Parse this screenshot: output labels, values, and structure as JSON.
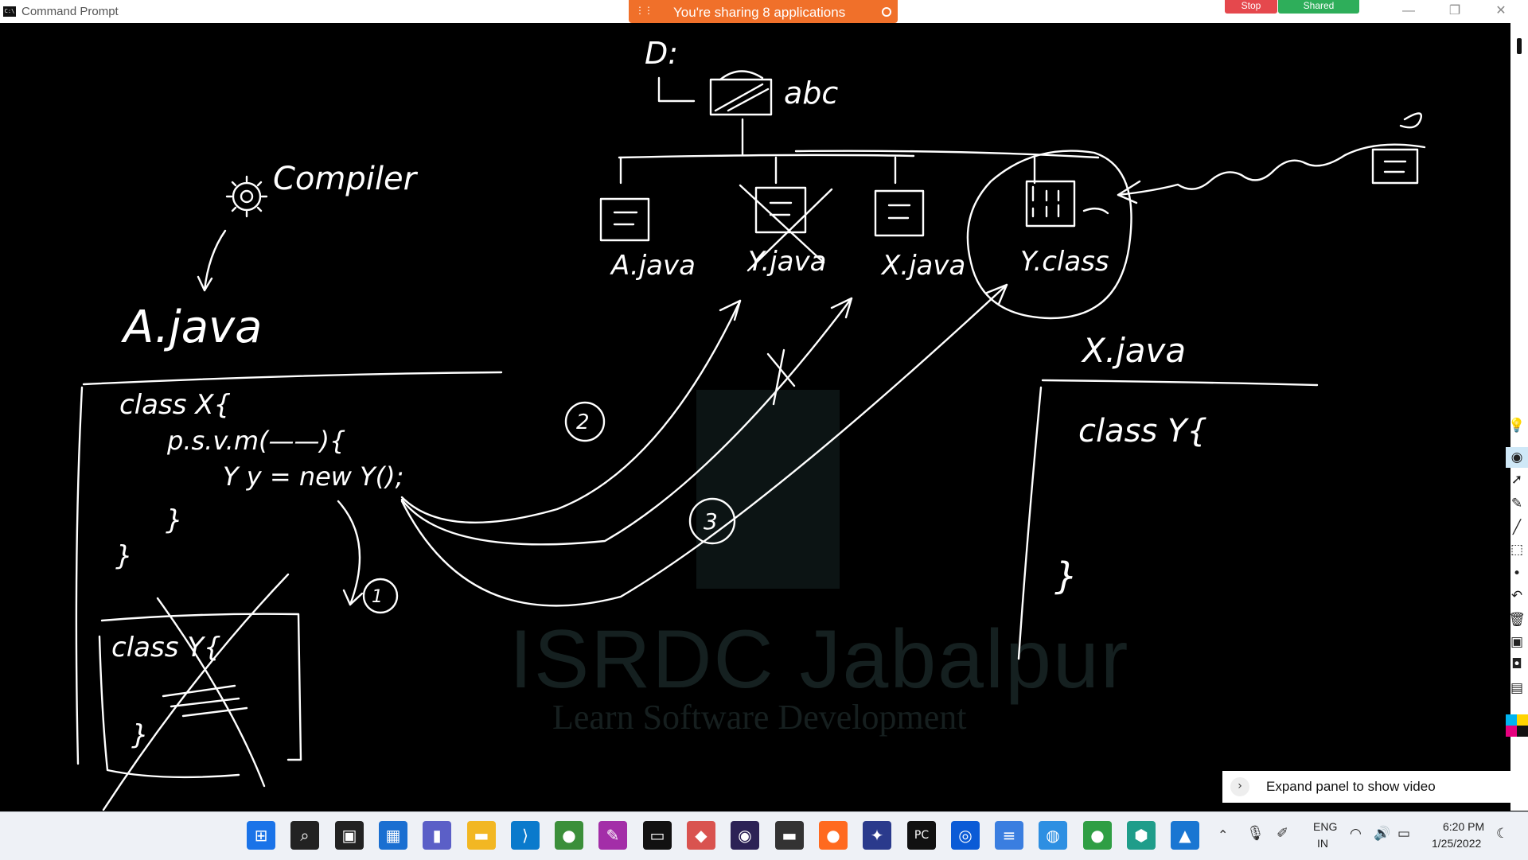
{
  "window": {
    "title": "Command Prompt",
    "icon_label": "C:\\"
  },
  "share_banner": {
    "text": "You're sharing 8 applications",
    "stop_label": "Stop",
    "shared_label": "Shared"
  },
  "whiteboard": {
    "drive": "D:",
    "folder": "abc",
    "compiler": "Compiler",
    "source_file": "A.java",
    "files": [
      "A.java",
      "Y.java",
      "X.java",
      "Y.class"
    ],
    "code_left": {
      "line1": "class X{",
      "line2": "p.s.v.m(——){",
      "line3": "Y y = new Y();",
      "brace_inner": "}",
      "brace_outer": "}"
    },
    "crossed_box": {
      "line1": "class Y{",
      "brace": "}"
    },
    "right_file": "X.java",
    "code_right": {
      "line1": "class Y{",
      "brace": "}"
    },
    "step_labels": [
      "1",
      "2",
      "3"
    ]
  },
  "watermark": {
    "title": "ISRDC Jabalpur",
    "subtitle": "Learn Software Development"
  },
  "expand_panel": {
    "text": "Expand panel to show video"
  },
  "taskbar": {
    "apps": [
      {
        "name": "start",
        "glyph": "⊞",
        "color": "#1a73e8"
      },
      {
        "name": "search",
        "glyph": "⌕",
        "color": "#222"
      },
      {
        "name": "task-view",
        "glyph": "▣",
        "color": "#222"
      },
      {
        "name": "widgets",
        "glyph": "▦",
        "color": "#1a6fd1"
      },
      {
        "name": "chat",
        "glyph": "▮",
        "color": "#5b5fc7"
      },
      {
        "name": "file-explorer",
        "glyph": "▬",
        "color": "#f2b723"
      },
      {
        "name": "vscode",
        "glyph": "⟩",
        "color": "#0a7acc"
      },
      {
        "name": "chrome",
        "glyph": "●",
        "color": "#3b8f3a"
      },
      {
        "name": "paint-tool",
        "glyph": "✎",
        "color": "#a32ea8"
      },
      {
        "name": "terminal",
        "glyph": "▭",
        "color": "#111"
      },
      {
        "name": "eraser-app",
        "glyph": "◆",
        "color": "#d9534f"
      },
      {
        "name": "eclipse",
        "glyph": "◉",
        "color": "#2c2255"
      },
      {
        "name": "mysql",
        "glyph": "▬",
        "color": "#333"
      },
      {
        "name": "firefox",
        "glyph": "●",
        "color": "#ff6a1f"
      },
      {
        "name": "feather-app",
        "glyph": "✦",
        "color": "#2a3a8c"
      },
      {
        "name": "pycharm",
        "glyph": "PC",
        "color": "#111"
      },
      {
        "name": "webex",
        "glyph": "◎",
        "color": "#0b5bd6"
      },
      {
        "name": "notepad",
        "glyph": "≡",
        "color": "#3a7ee0"
      },
      {
        "name": "globe-app",
        "glyph": "◍",
        "color": "#2d8fe2"
      },
      {
        "name": "chrome-profile",
        "glyph": "●",
        "color": "#2f9e44"
      },
      {
        "name": "shield-app",
        "glyph": "⬢",
        "color": "#1f9d8a"
      },
      {
        "name": "photos",
        "glyph": "▲",
        "color": "#1976d2"
      }
    ],
    "lang_line1": "ENG",
    "lang_line2": "IN",
    "time": "6:20 PM",
    "date": "1/25/2022"
  }
}
